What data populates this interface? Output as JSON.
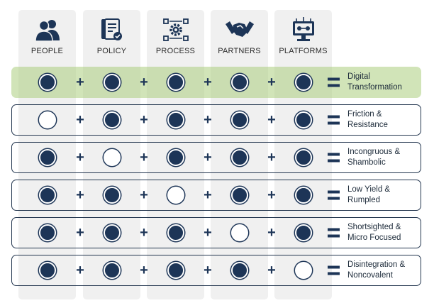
{
  "columns": [
    {
      "label": "PEOPLE",
      "icon": "people-icon"
    },
    {
      "label": "POLICY",
      "icon": "policy-document-icon"
    },
    {
      "label": "PROCESS",
      "icon": "process-gear-icon"
    },
    {
      "label": "PARTNERS",
      "icon": "handshake-icon"
    },
    {
      "label": "PLATFORMS",
      "icon": "monitor-network-icon"
    }
  ],
  "rows": [
    {
      "filled": [
        true,
        true,
        true,
        true,
        true
      ],
      "result": [
        "Digital",
        "Transformation"
      ],
      "highlight": true
    },
    {
      "filled": [
        false,
        true,
        true,
        true,
        true
      ],
      "result": [
        "Friction &",
        "Resistance"
      ],
      "highlight": false
    },
    {
      "filled": [
        true,
        false,
        true,
        true,
        true
      ],
      "result": [
        "Incongruous &",
        "Shambolic"
      ],
      "highlight": false
    },
    {
      "filled": [
        true,
        true,
        false,
        true,
        true
      ],
      "result": [
        "Low Yield &",
        "Rumpled"
      ],
      "highlight": false
    },
    {
      "filled": [
        true,
        true,
        true,
        false,
        true
      ],
      "result": [
        "Shortsighted &",
        "Micro Focused"
      ],
      "highlight": false
    },
    {
      "filled": [
        true,
        true,
        true,
        true,
        false
      ],
      "result": [
        "Disintegration &",
        "Noncovalent"
      ],
      "highlight": false
    }
  ],
  "colors": {
    "navy": "#1d3557",
    "highlight": "#accd7d",
    "column_bg": "#f0f0f0"
  }
}
